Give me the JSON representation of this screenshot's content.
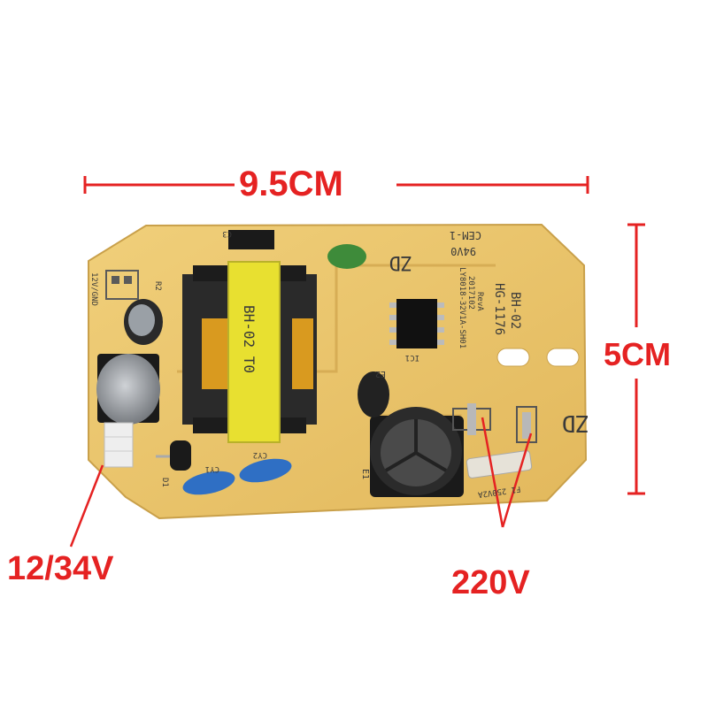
{
  "dimensions": {
    "width_label": "9.5CM",
    "height_label": "5CM"
  },
  "callouts": {
    "left_voltage": "12/34V",
    "right_voltage": "220V"
  },
  "pcb_silkscreen": {
    "brand_top": "ZD",
    "brand_right": "ZD",
    "cert_code": "CEM-1",
    "grade": "94V0",
    "board_code": "LY8018-32V1A-SH01",
    "date_code": "2017102",
    "revision": "RevA",
    "model_1": "HG-1176",
    "model_2": "BH-02",
    "transformer_text": "BH-02 T0",
    "output_pins": "12V/GND",
    "fuse_text": "F1 250V2A",
    "ic_ref": "IC1",
    "e1": "E1",
    "e2": "E2",
    "cy1": "CY1",
    "cy2": "CY2",
    "d1": "D1",
    "r2": "R2",
    "c3": "C3"
  },
  "colors": {
    "annotation_red": "#e52222",
    "pcb_yellow": "#e8c46a",
    "transformer_yellow": "#e8e030"
  }
}
